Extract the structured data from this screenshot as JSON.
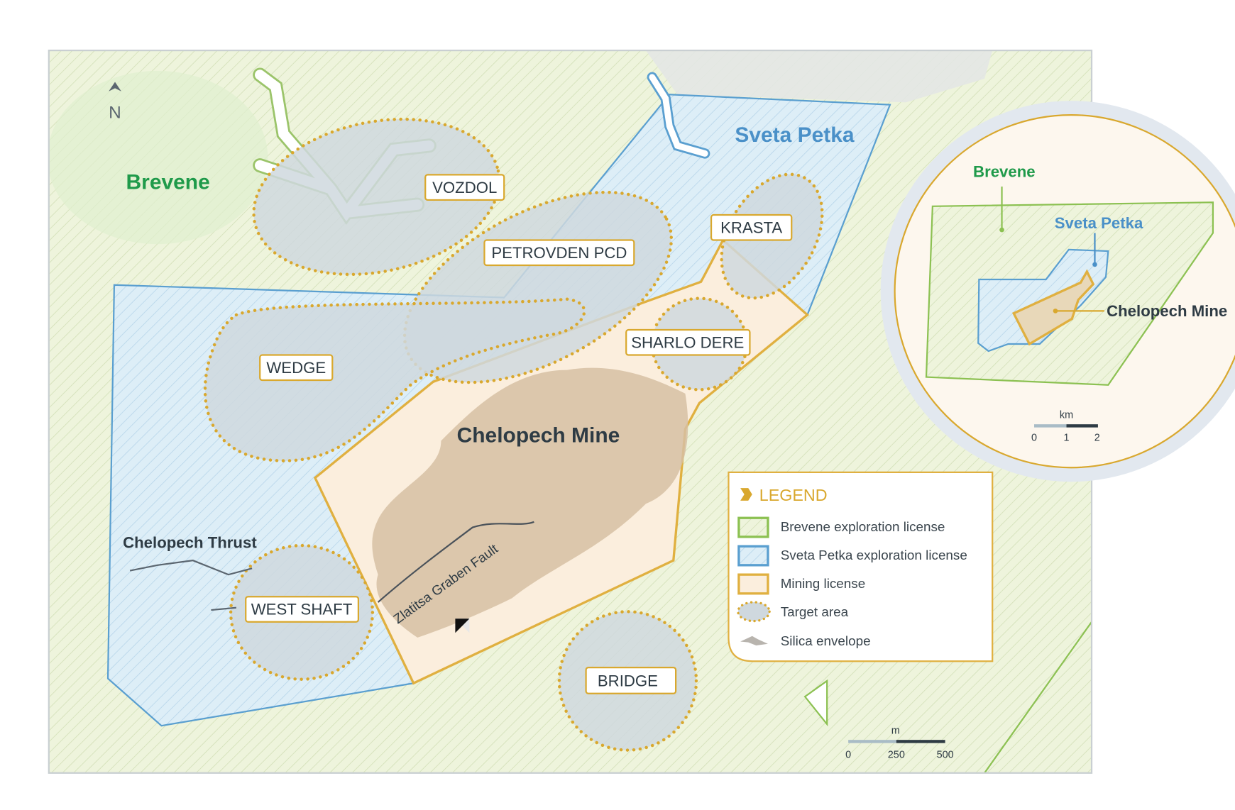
{
  "north": {
    "letter": "N"
  },
  "regions": {
    "brevene": "Brevene",
    "sveta_petka": "Sveta Petka",
    "mine": "Chelopech Mine"
  },
  "targets": [
    "VOZDOL",
    "PETROVDEN PCD",
    "KRASTA",
    "WEDGE",
    "SHARLO DERE",
    "WEST SHAFT",
    "BRIDGE"
  ],
  "faults": {
    "thrust": "Chelopech Thrust",
    "graben": "Zlatitsa Graben Fault"
  },
  "legend": {
    "title": "LEGEND",
    "items": [
      "Brevene exploration license",
      "Sveta Petka exploration license",
      "Mining license",
      "Target area",
      "Silica envelope"
    ]
  },
  "scale": {
    "unit": "m",
    "ticks": [
      "0",
      "250",
      "500"
    ]
  },
  "inset": {
    "brevene": "Brevene",
    "sveta_petka": "Sveta Petka",
    "mine": "Chelopech Mine",
    "scale": {
      "unit": "km",
      "ticks": [
        "0",
        "1",
        "2"
      ]
    }
  },
  "colors": {
    "brevene": "#8cc152",
    "sveta_petka": "#5a9fd0",
    "mining": "#e0b040",
    "target_fill": "#cfd8de",
    "silica": "#d6bfa3",
    "brevene_text": "#1f9a4a"
  }
}
